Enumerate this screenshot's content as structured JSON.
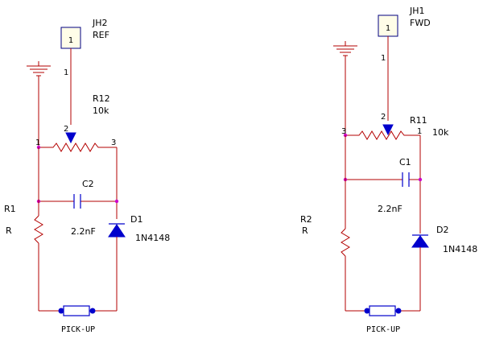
{
  "left": {
    "connector": {
      "ref": "JH2",
      "name": "REF",
      "pin": "1"
    },
    "pot": {
      "ref": "R12",
      "value": "10k",
      "wiper_pin": "2",
      "pin_a": "1",
      "pin_b": "3"
    },
    "wire_pin": "1",
    "cap": {
      "ref": "C2",
      "value": "2.2nF"
    },
    "diode": {
      "ref": "D1",
      "value": "1N4148"
    },
    "resistor": {
      "ref": "R1",
      "value": "R"
    },
    "pickup": "PICK-UP"
  },
  "right": {
    "connector": {
      "ref": "JH1",
      "name": "FWD",
      "pin": "1"
    },
    "pot": {
      "ref": "R11",
      "value": "10k",
      "wiper_pin": "2",
      "pin_a": "3",
      "pin_b": "1"
    },
    "wire_pin": "1",
    "cap": {
      "ref": "C1",
      "value": "2.2nF"
    },
    "diode": {
      "ref": "D2",
      "value": "1N4148"
    },
    "resistor": {
      "ref": "R2",
      "value": "R"
    },
    "pickup": "PICK-UP"
  },
  "colors": {
    "wire": "#b30000",
    "component": "#0000cc",
    "junction": "#cc00cc"
  }
}
